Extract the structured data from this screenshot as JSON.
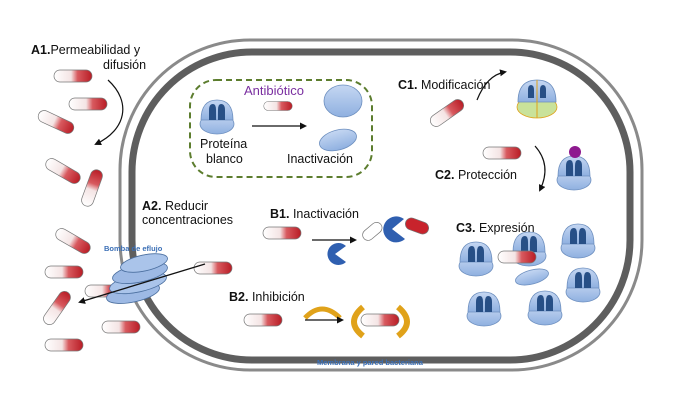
{
  "labels": {
    "a1_code": "A1.",
    "a1_text_1": "Permeabilidad y",
    "a1_text_2": "difusión",
    "a2_code": "A2.",
    "a2_text_1": "Reducir",
    "a2_text_2": "concentraciones",
    "pump": "Bomba de eflujo",
    "antibiotic": "Antibiótico",
    "target_1": "Proteína",
    "target_2": "blanco",
    "inactivation_box": "Inactivación",
    "b1_code": "B1.",
    "b1_text": "Inactivación",
    "b2_code": "B2.",
    "b2_text": "Inhibición",
    "c1_code": "C1.",
    "c1_text": "Modificación",
    "c2_code": "C2.",
    "c2_text": "Protección",
    "c3_code": "C3.",
    "c3_text": "Expresión",
    "membrane": "Membrana y pared bacteriana"
  },
  "colors": {
    "pill_red": "#c8232c",
    "protein_blue": "#9db9e4",
    "protein_dark": "#274f86",
    "membrane_grey": "#6e6e6e",
    "dashed_green": "#5c7d2e",
    "antibiotic_purple": "#7a2fa0",
    "inhibitor_gold": "#e0a21a",
    "modification_green": "#c9e29a",
    "protection_purple": "#8e1a8f",
    "label_blue": "#3b6fb6"
  }
}
